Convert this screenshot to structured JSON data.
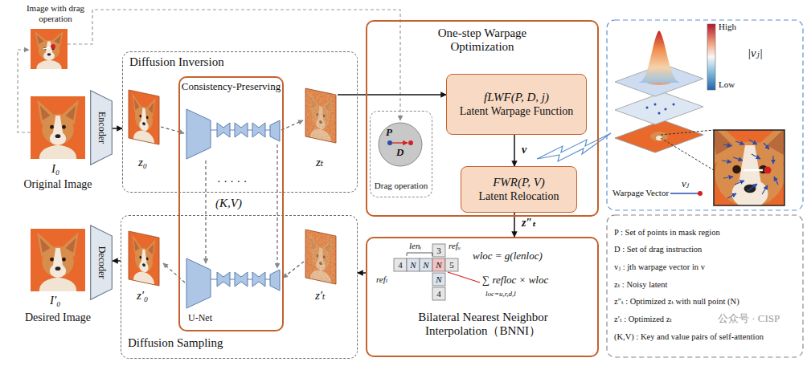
{
  "diagram": {
    "nodes": [
      {
        "text": [
          "Encoder"
        ]
      },
      {
        "text": [
          "Diffusion Inversion"
        ]
      },
      {
        "text": [
          "Consistency-Preserving",
          "(K,V)",
          "U-Net"
        ]
      },
      {
        "text": [
          "One-step Warpage Optimization"
        ]
      },
      {
        "text": [
          "P",
          "D",
          "Drag operation"
        ],
        "in": 3
      },
      {
        "text": [
          "fLWF(P, D, j)",
          "Latent Warpage Function"
        ],
        "in": 3
      },
      {
        "text": [
          "FWR(P, V)",
          "Latent Relocation"
        ],
        "in": 3
      },
      {
        "text": [
          "Decoder"
        ]
      },
      {
        "text": [
          "Diffusion Sampling"
        ]
      },
      {
        "text": [
          "Bilateral Nearest Neighbor Interpolation（BNNI）"
        ]
      }
    ],
    "edges": [
      {
        "from": 0,
        "to": 1,
        "arrow": "to"
      },
      {
        "from": 1,
        "to": 5,
        "arrow": "to"
      },
      {
        "from": 5,
        "to": 6,
        "label": "v",
        "arrow": "to"
      },
      {
        "from": 6,
        "to": 9,
        "label": "z″ₜ",
        "arrow": "to"
      },
      {
        "from": 9,
        "to": 8,
        "arrow": "to"
      },
      {
        "from": 8,
        "to": 7,
        "arrow": "to"
      }
    ],
    "labels": [
      "Image with drag operation",
      "I₀",
      "Original Image",
      "z₀",
      "zₜ",
      "· · · · ·",
      "z′₀",
      "z′ₜ",
      "I′₀",
      "Desired Image",
      "lenᵢ",
      "refᵤ",
      "refₗ",
      "3",
      "4",
      "N",
      "N",
      "N",
      "5",
      "N",
      "4",
      "wloc = g(lenloc)",
      "∑ refloc × wloc",
      "loc=u,r,d,l",
      "High",
      "Low",
      "|vⱼ|",
      "Warpage Vector",
      "vⱼ",
      "公众号 · CISP"
    ],
    "legend": [
      {
        "text": "P : Set of points in mask region"
      },
      {
        "text": "D : Set of drag instruction"
      },
      {
        "text": "vⱼ : jth warpage vector in v"
      },
      {
        "text": "zₜ : Noisy latent"
      },
      {
        "text": "z″ₜ : Optimized zₜ with null point (N)"
      },
      {
        "text": "z′ₜ : Optimized zₜ"
      },
      {
        "text": "(K,V) : Key and value pairs of self-attention"
      }
    ]
  }
}
